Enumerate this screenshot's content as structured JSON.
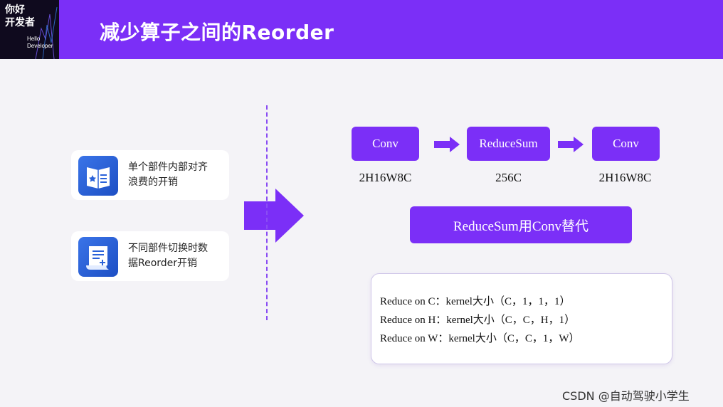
{
  "header": {
    "logo_cn_line1": "你好",
    "logo_cn_line2": "开发者",
    "logo_en_line1": "Hello",
    "logo_en_line2": "Developer",
    "title": "减少算子之间的Reorder"
  },
  "left_cards": [
    {
      "icon": "book-star-icon",
      "line1": "单个部件内部对齐",
      "line2": "浪费的开销"
    },
    {
      "icon": "scroll-plus-icon",
      "line1": "不同部件切换时数",
      "line2": "据Reorder开销"
    }
  ],
  "flow": {
    "nodes": [
      {
        "label": "Conv",
        "caption": "2H16W8C"
      },
      {
        "label": "ReduceSum",
        "caption": "256C"
      },
      {
        "label": "Conv",
        "caption": "2H16W8C"
      }
    ],
    "replace_label": "ReduceSum用Conv替代"
  },
  "info_lines": [
    "Reduce on C：kernel大小（C，1，1，1）",
    "Reduce on H：kernel大小（C，C，H，1）",
    "Reduce on W：kernel大小（C，C，1，W）"
  ],
  "watermark": "CSDN @自动驾驶小学生",
  "colors": {
    "accent": "#7b2ff7",
    "icon_blue": "#2a62d9",
    "background": "#f4f3f7"
  }
}
